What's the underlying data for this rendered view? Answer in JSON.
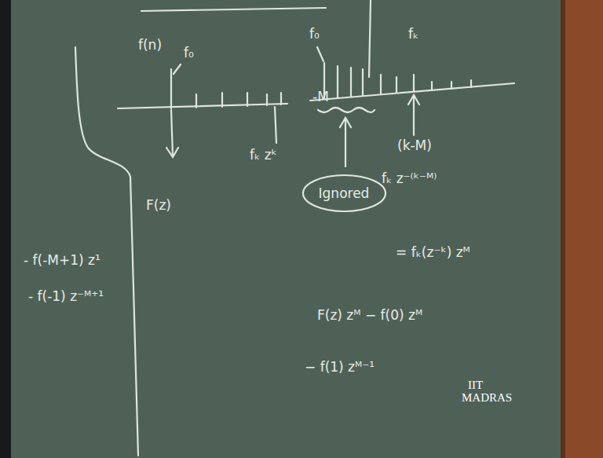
{
  "diagram": {
    "nodes": [
      {
        "text": [
          "Ignored"
        ]
      }
    ],
    "labels": [
      "f(n)",
      "f₀",
      "F(z)",
      "fₖ zᵏ",
      "f₀",
      "fₖ",
      "-M",
      "(k-M)",
      "fₖ z⁻⁽ᵏ⁻ᴹ⁾",
      "= fₖ(z⁻ᵏ) zᴹ",
      "F(z) zᴹ − f(0) zᴹ",
      "− f(1) zᴹ⁻¹",
      "- f(-M+1) z¹",
      "- f(-1) z⁻ᴹ⁺¹",
      "IIT",
      "MADRAS"
    ]
  }
}
